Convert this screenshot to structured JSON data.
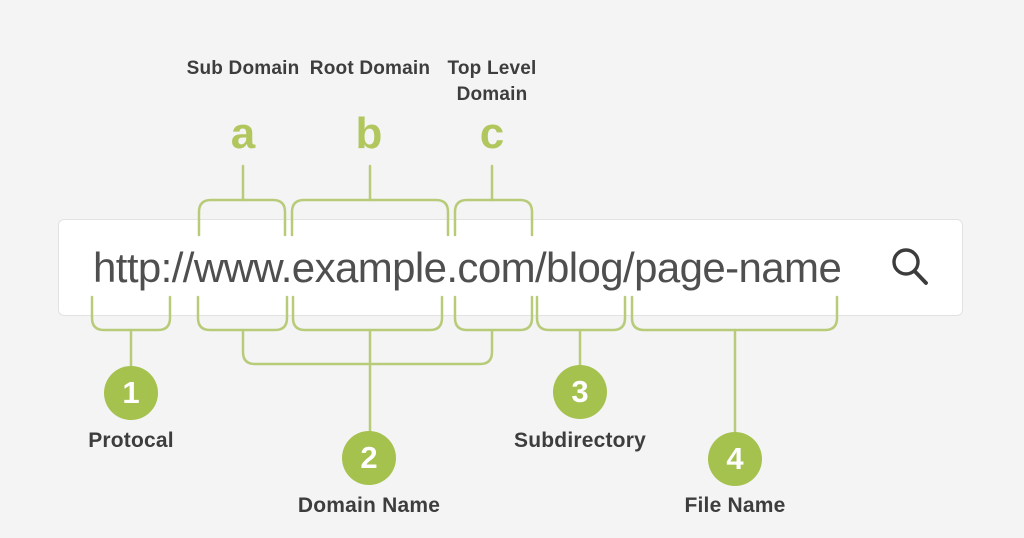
{
  "colors": {
    "background": "#f4f4f5",
    "bar_background": "#ffffff",
    "bar_border": "#e2e2e3",
    "bracket_line_green": "#b7cb78",
    "circle_green": "#a5c14e",
    "letter_green": "#b1c75e",
    "label_text": "#3d3d3d",
    "url_text": "#4f4f4f",
    "search_icon": "#3c3c3c"
  },
  "search_bar": {
    "url": "http://www.example.com/blog/page-name",
    "icon": "magnifier-icon"
  },
  "top_annotations": [
    {
      "label": "Sub Domain",
      "letter": "a"
    },
    {
      "label": "Root Domain",
      "letter": "b"
    },
    {
      "label": "Top Level Domain",
      "letter": "c"
    }
  ],
  "bottom_annotations": [
    {
      "number": "1",
      "label": "Protocal"
    },
    {
      "number": "2",
      "label": "Domain Name"
    },
    {
      "number": "3",
      "label": "Subdirectory"
    },
    {
      "number": "4",
      "label": "File Name"
    }
  ]
}
